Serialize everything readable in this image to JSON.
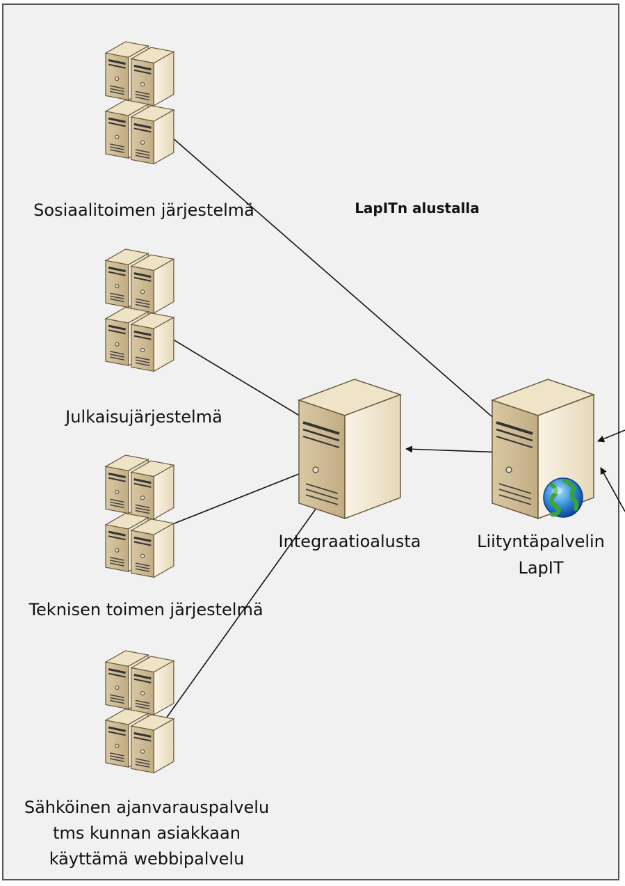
{
  "title": "LapITn alustalla",
  "nodes": {
    "sosiaali": {
      "label_lines": [
        "Sosiaalitoimen järjestelmä"
      ],
      "icon": "server-rack-icon"
    },
    "julkaisu": {
      "label_lines": [
        "Julkaisujärjestelmä"
      ],
      "icon": "server-rack-icon"
    },
    "tekninen": {
      "label_lines": [
        "Teknisen toimen järjestelmä"
      ],
      "icon": "server-rack-icon"
    },
    "ajanvaraus": {
      "label_lines": [
        "Sähköinen ajanvarauspalvelu",
        "tms kunnan asiakkaan",
        "käyttämä webbipalvelu"
      ],
      "icon": "server-rack-icon"
    },
    "integraatio": {
      "label_lines": [
        "Integraatioalusta"
      ],
      "icon": "server-tower-icon"
    },
    "liityntapalvelin": {
      "label_lines": [
        "Liityntäpalvelin",
        "LapIT"
      ],
      "icon": "web-server-icon"
    }
  },
  "colors": {
    "frame_bg": "#f1f1f1",
    "server_light": "#f3ead6",
    "server_mid": "#d8c6a0",
    "server_dark": "#b29a72",
    "line": "#111111"
  }
}
